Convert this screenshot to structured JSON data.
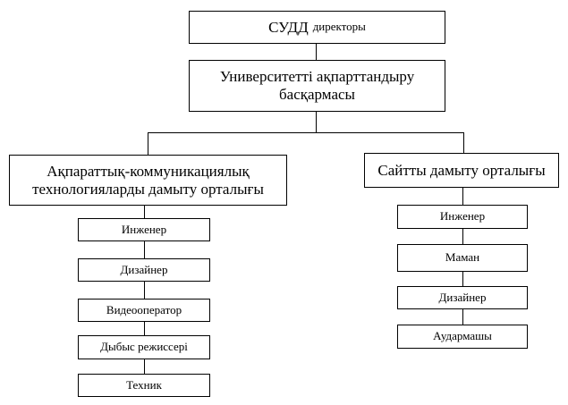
{
  "org_chart": {
    "root": {
      "title_main": "СУДД",
      "title_sub": "директоры"
    },
    "department": {
      "label": "Университетті ақпарттандыру басқармасы"
    },
    "left_center": {
      "label": "Ақпараттық-коммуникациялық технологияларды дамыту орталығы",
      "staff": [
        "Инженер",
        "Дизайнер",
        "Видеооператор",
        "Дыбыс режиссері",
        "Техник"
      ]
    },
    "right_center": {
      "label": "Сайтты дамыту орталығы",
      "staff": [
        "Инженер",
        "Маман",
        "Дизайнер",
        "Аудармашы"
      ]
    }
  }
}
